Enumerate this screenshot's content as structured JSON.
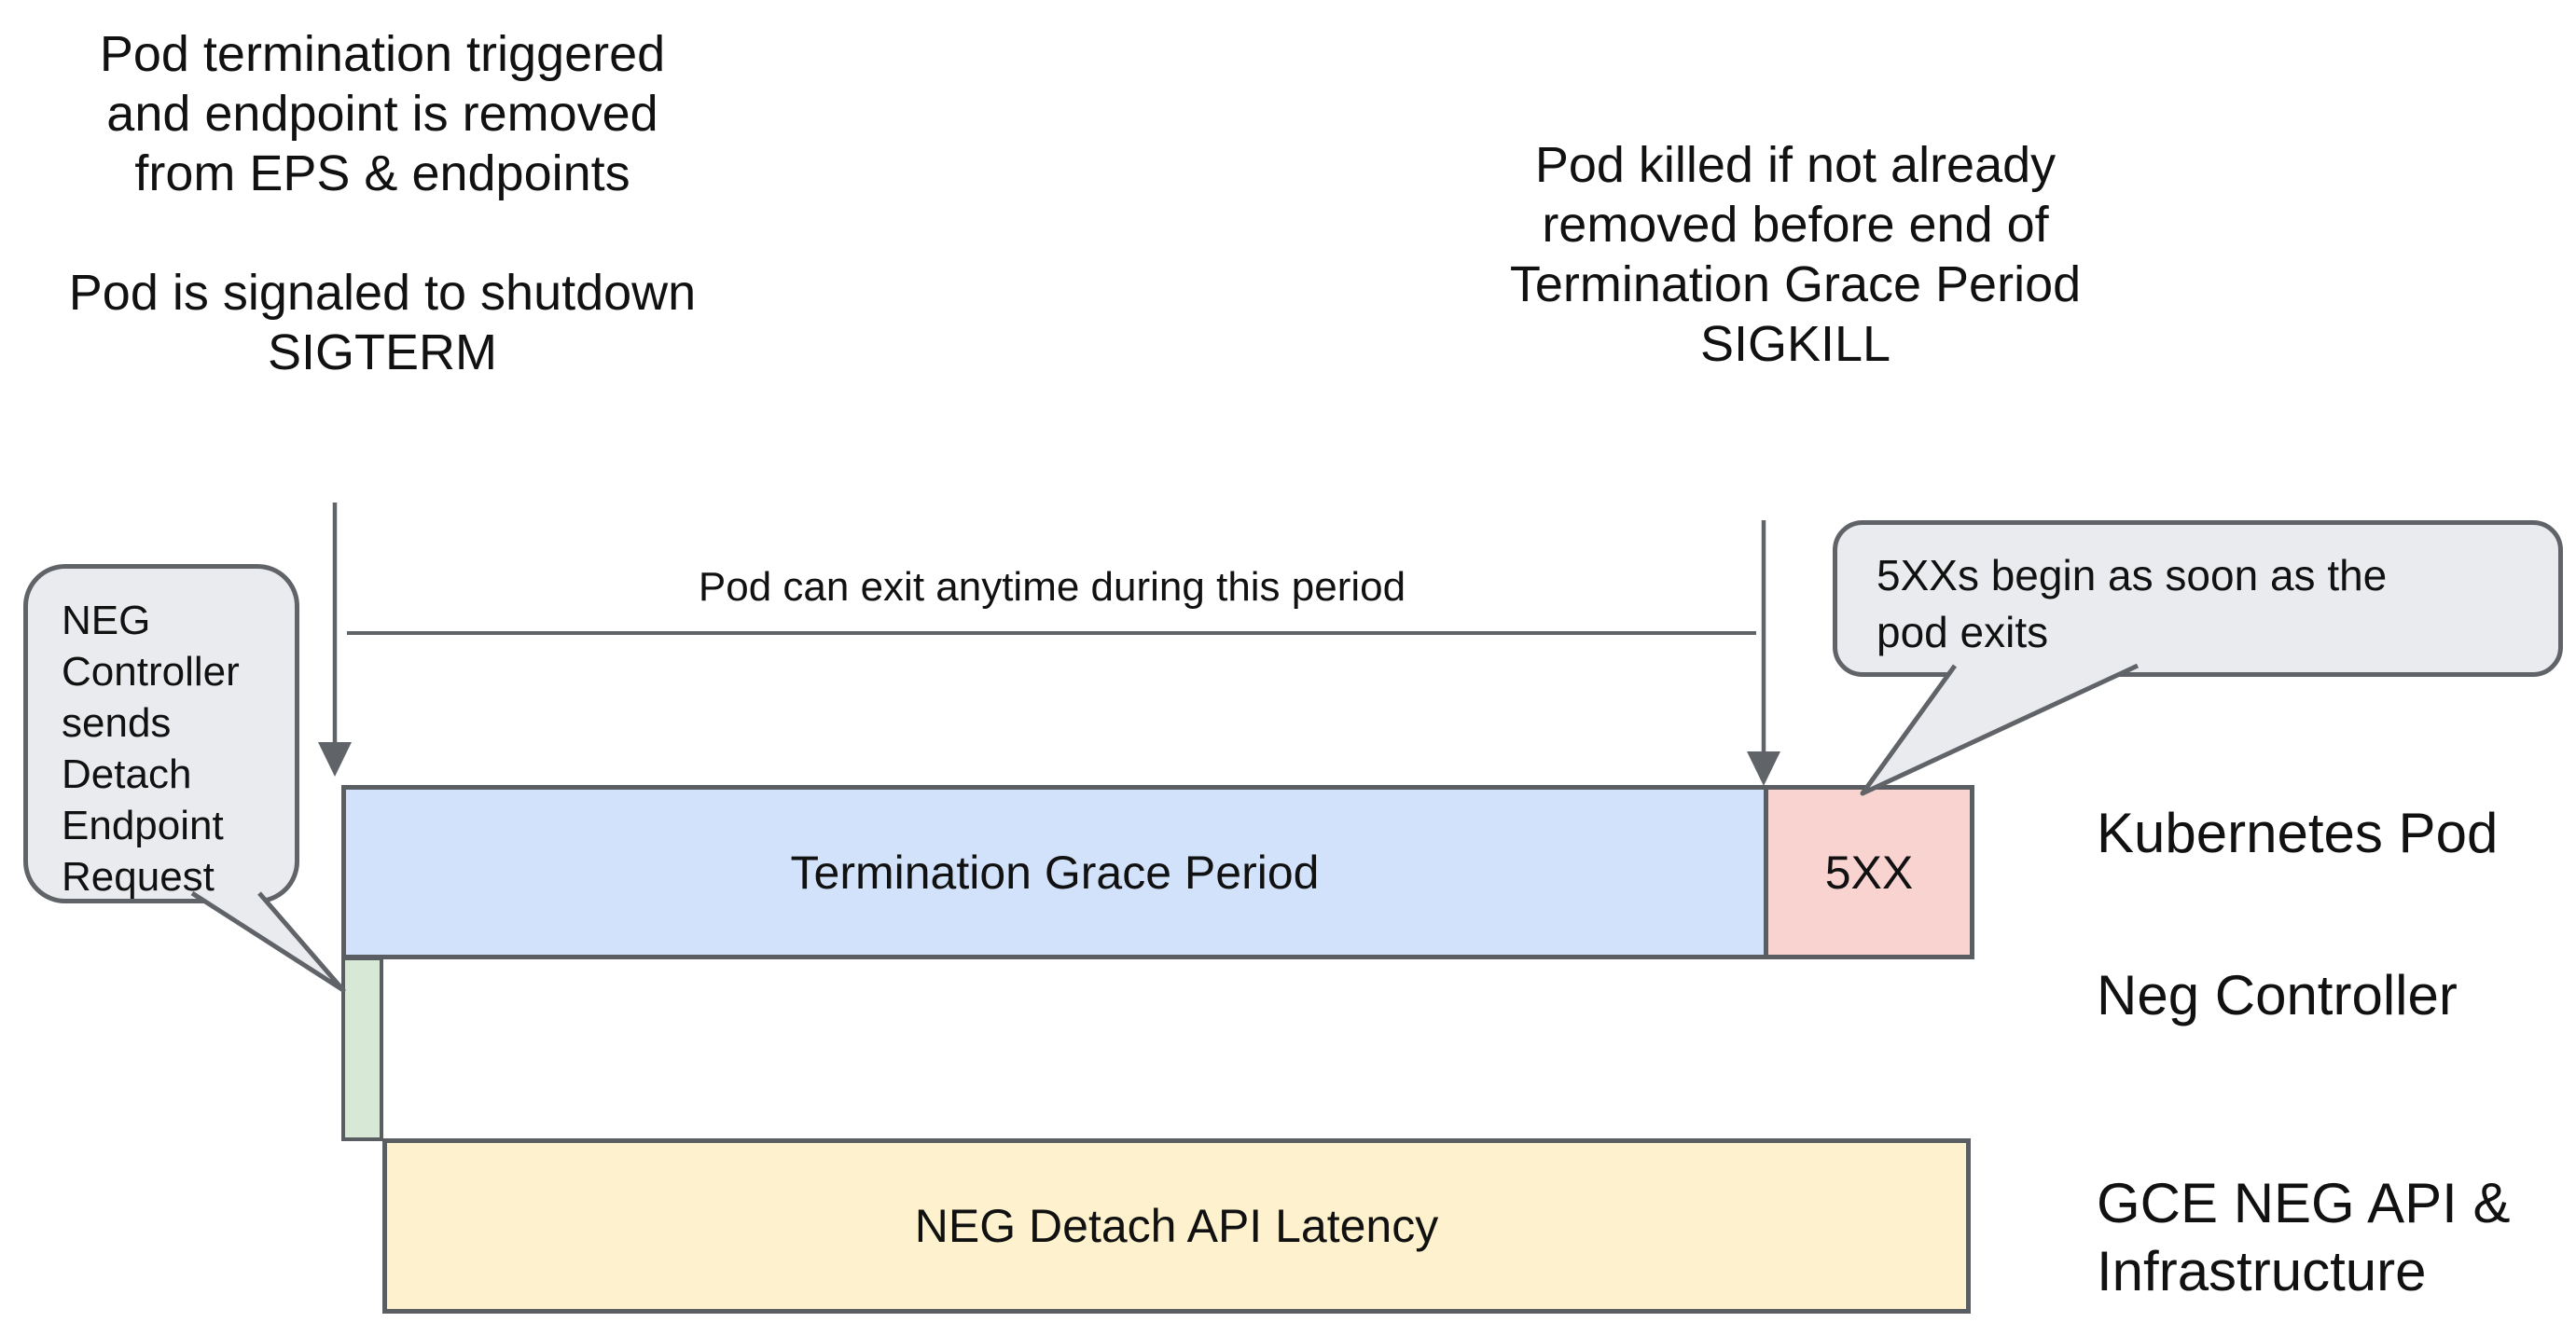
{
  "colors": {
    "bar_border": "#5a5d61",
    "line": "#606368",
    "blue": "#d2e2fb",
    "pink": "#f8d3d0",
    "green": "#d7e9d6",
    "yellow": "#fdf2cd",
    "bubble_fill": "#e9ebee",
    "text": "#111111"
  },
  "annotations": {
    "top_left": "Pod termination triggered\nand endpoint is removed\nfrom EPS & endpoints\n\nPod is signaled to shutdown\nSIGTERM",
    "top_right": "Pod killed if not already\nremoved before end of\nTermination Grace Period\nSIGKILL",
    "period_label": "Pod can exit anytime during this period"
  },
  "bubbles": {
    "left": "NEG\nController\nsends\nDetach\nEndpoint\nRequest",
    "right": "5XXs begin as soon as the\npod exits"
  },
  "timeline": {
    "kubernetes_pod": {
      "grace_label": "Termination Grace Period",
      "error_label": "5XX"
    },
    "gce": {
      "latency_label": "NEG Detach API Latency"
    }
  },
  "lanes": [
    {
      "label": "Kubernetes Pod"
    },
    {
      "label": "Neg Controller"
    },
    {
      "label": "GCE NEG API &\nInfrastructure"
    }
  ]
}
